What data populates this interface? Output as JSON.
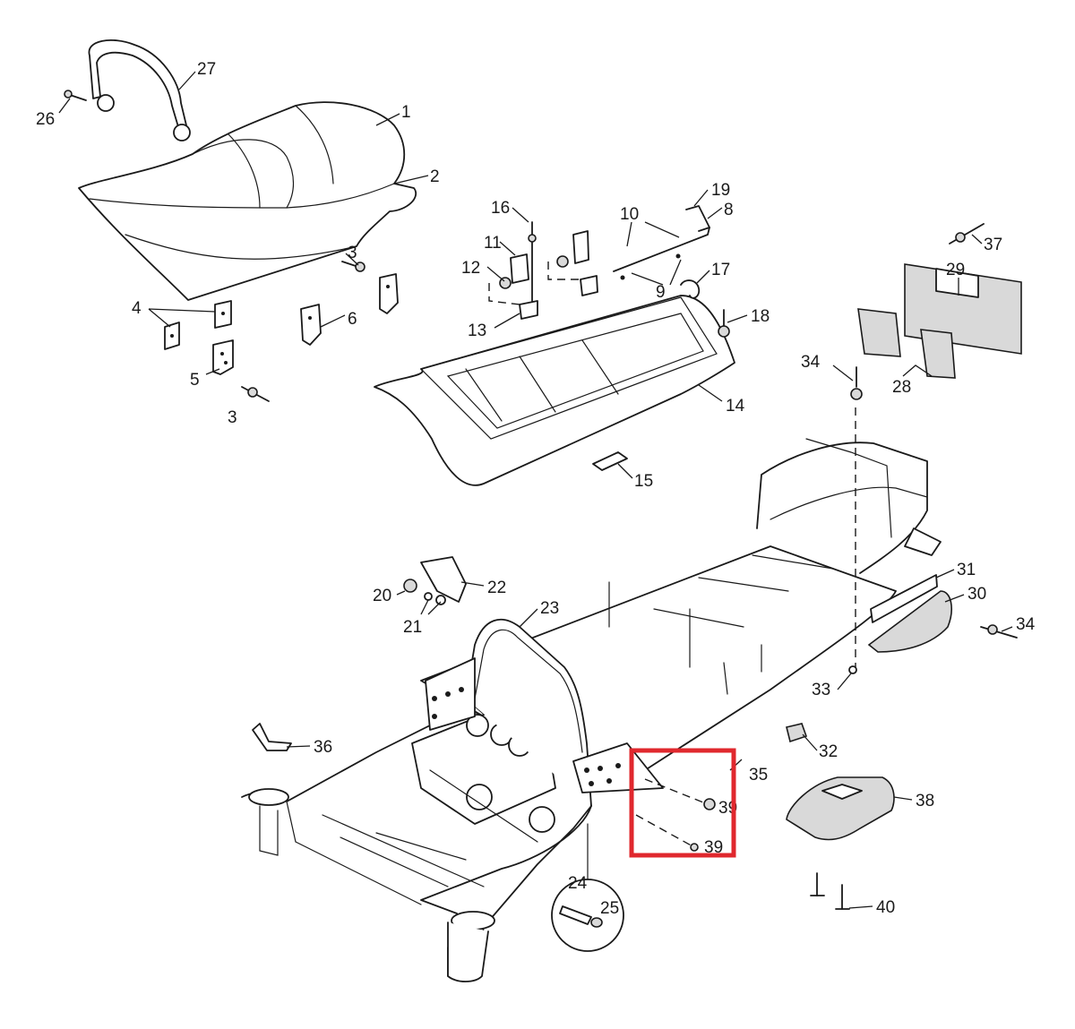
{
  "diagram": {
    "highlight": {
      "color": "#e0282e",
      "target_callouts": [
        "35",
        "39"
      ]
    },
    "callouts": [
      {
        "id": "c1",
        "label": "1"
      },
      {
        "id": "c2",
        "label": "2"
      },
      {
        "id": "c3a",
        "label": "3"
      },
      {
        "id": "c3b",
        "label": "3"
      },
      {
        "id": "c4",
        "label": "4"
      },
      {
        "id": "c5",
        "label": "5"
      },
      {
        "id": "c6",
        "label": "6"
      },
      {
        "id": "c8",
        "label": "8"
      },
      {
        "id": "c9",
        "label": "9"
      },
      {
        "id": "c10",
        "label": "10"
      },
      {
        "id": "c11",
        "label": "11"
      },
      {
        "id": "c12",
        "label": "12"
      },
      {
        "id": "c13",
        "label": "13"
      },
      {
        "id": "c14",
        "label": "14"
      },
      {
        "id": "c15",
        "label": "15"
      },
      {
        "id": "c16",
        "label": "16"
      },
      {
        "id": "c17",
        "label": "17"
      },
      {
        "id": "c18",
        "label": "18"
      },
      {
        "id": "c19",
        "label": "19"
      },
      {
        "id": "c20",
        "label": "20"
      },
      {
        "id": "c21",
        "label": "21"
      },
      {
        "id": "c22",
        "label": "22"
      },
      {
        "id": "c23",
        "label": "23"
      },
      {
        "id": "c24",
        "label": "24"
      },
      {
        "id": "c25",
        "label": "25"
      },
      {
        "id": "c26",
        "label": "26"
      },
      {
        "id": "c27",
        "label": "27"
      },
      {
        "id": "c28",
        "label": "28"
      },
      {
        "id": "c29",
        "label": "29"
      },
      {
        "id": "c30",
        "label": "30"
      },
      {
        "id": "c31",
        "label": "31"
      },
      {
        "id": "c32",
        "label": "32"
      },
      {
        "id": "c33",
        "label": "33"
      },
      {
        "id": "c34a",
        "label": "34"
      },
      {
        "id": "c34b",
        "label": "34"
      },
      {
        "id": "c35",
        "label": "35"
      },
      {
        "id": "c36",
        "label": "36"
      },
      {
        "id": "c37",
        "label": "37"
      },
      {
        "id": "c38",
        "label": "38"
      },
      {
        "id": "c39a",
        "label": "39"
      },
      {
        "id": "c39b",
        "label": "39"
      },
      {
        "id": "c40",
        "label": "40"
      }
    ]
  }
}
